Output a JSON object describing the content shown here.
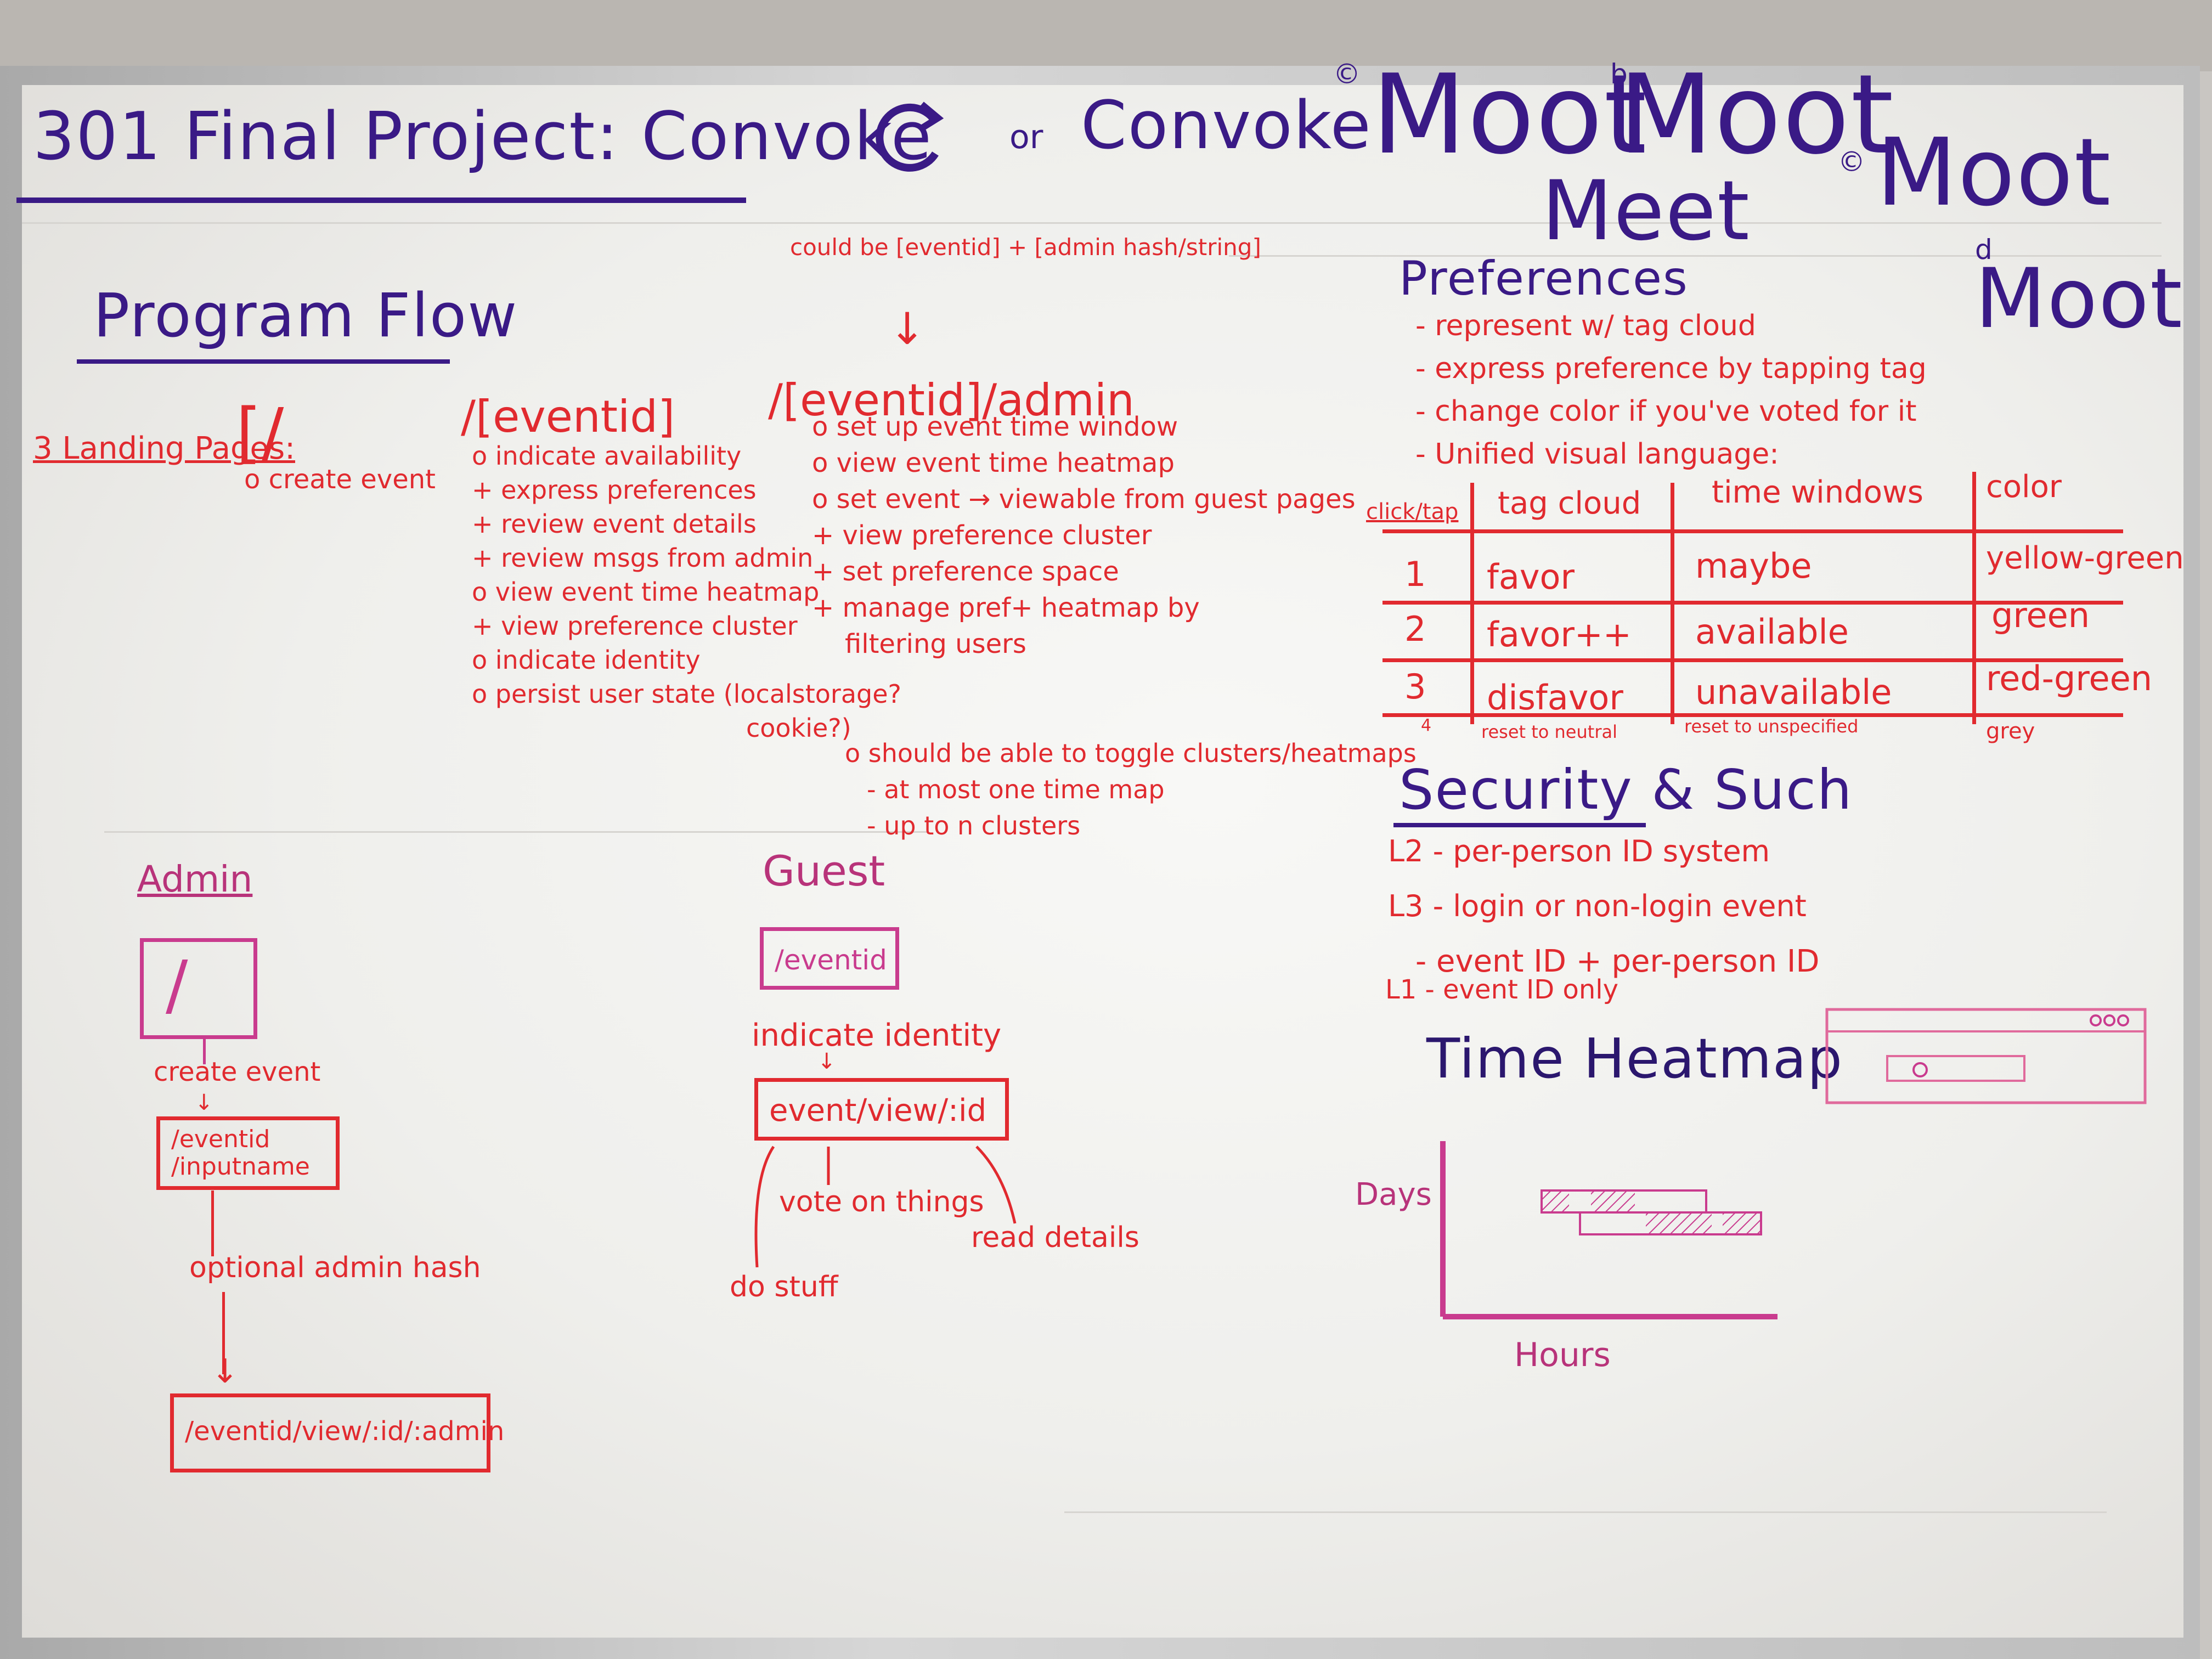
{
  "title": {
    "main": "301 Final Project: Convoke",
    "logo_or": "or",
    "alt_convoke": "Convoke",
    "moot1": "Moot",
    "moot2": "Moot",
    "meet": "Meet",
    "moot3": "Moot",
    "moot4": "Moot",
    "mark_c": "©",
    "mark_b": "b",
    "mark_d": "d"
  },
  "program_flow": {
    "heading": "Program Flow",
    "landing_label": "3 Landing Pages:",
    "root": {
      "path": "[/",
      "items": [
        "o create event"
      ]
    },
    "eventid": {
      "path": "/[eventid]",
      "items": [
        "o indicate availability",
        "+ express preferences",
        "+ review event details",
        "+ review msgs from admin",
        "o view event time heatmap",
        "+ view preference cluster",
        "o indicate identity",
        "o persist user state (localstorage?",
        "cookie?)"
      ]
    },
    "admin_note": "could be [eventid] + [admin hash/string]",
    "admin": {
      "path": "/[eventid]/admin",
      "items": [
        "o set up event time window",
        "o view event time heatmap",
        "o set event → viewable from guest pages",
        "+ view preference cluster",
        "+ set preference space",
        "+ manage pref+ heatmap by",
        "filtering users"
      ]
    },
    "toggle": {
      "items": [
        "o should be able to toggle clusters/heatmaps",
        "- at most one time map",
        "- up to n clusters"
      ]
    }
  },
  "admin_flow": {
    "heading": "Admin",
    "box1": "/",
    "step1": "create event",
    "box2": "/eventid\n/inputname",
    "step2": "optional admin hash",
    "box3": "/eventid/view/:id/:admin"
  },
  "guest_flow": {
    "heading": "Guest",
    "box1": "/eventid",
    "step1": "indicate identity",
    "box2": "event/view/:id",
    "branch1": "vote on things",
    "branch2": "read details",
    "branch3": "do stuff"
  },
  "preferences": {
    "heading": "Preferences",
    "items": [
      "- represent w/ tag cloud",
      "- express preference by tapping tag",
      "- change color if you've voted for it",
      "- Unified visual language:"
    ],
    "table": {
      "headers": [
        "click/tap",
        "tag cloud",
        "time windows",
        "color"
      ],
      "rows": [
        [
          "1",
          "favor",
          "maybe",
          "yellow-green"
        ],
        [
          "2",
          "favor++",
          "available",
          "green"
        ],
        [
          "3",
          "disfavor",
          "unavailable",
          "red-green"
        ],
        [
          "4",
          "reset to neutral",
          "reset to unspecified",
          "grey"
        ]
      ]
    }
  },
  "security": {
    "heading": "Security & Such",
    "items": [
      "L2 - per-person ID system",
      "L3 - login or non-login event",
      "- event ID + per-person ID",
      "L1 - event ID only"
    ]
  },
  "heatmap": {
    "heading": "Time Heatmap",
    "ylabel": "Days",
    "xlabel": "Hours"
  },
  "colors": {
    "purple": "#3a1a86",
    "red": "#e12a2f",
    "pink": "#c93b8e"
  }
}
